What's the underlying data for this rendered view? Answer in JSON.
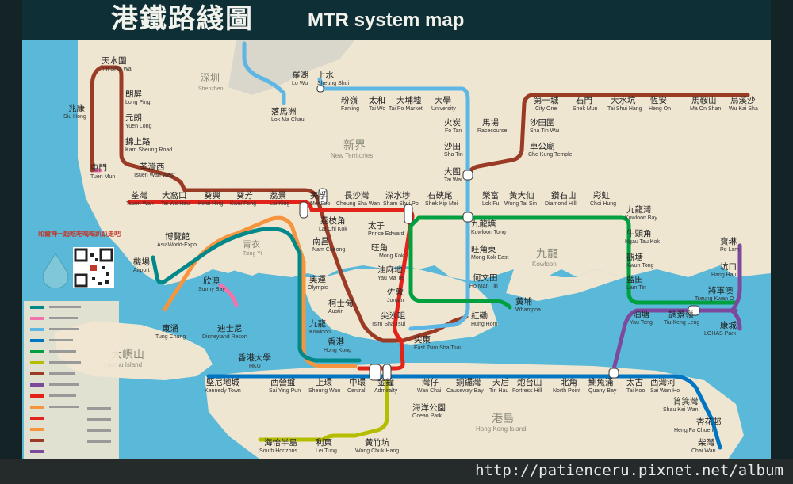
{
  "header": {
    "title_cn": "港鐵路綫圖",
    "title_en": "MTR system map"
  },
  "watermark": "http://patienceru.pixnet.net/album",
  "promo": "和爾神一起吃吃喝喝趴趴走吧",
  "regions": {
    "shenzhen": "深圳",
    "shenzhen_en": "Shenzhen",
    "nt": "新界",
    "nt_en": "New Territories",
    "kowloon": "九龍",
    "kowloon_en": "Kowloon",
    "hki": "港島",
    "hki_en": "Hong Kong Island",
    "lantau": "大嶼山",
    "lantau_en": "Lantau Island",
    "tsingyi": "青衣",
    "tsingyi_en": "Tsing Yi"
  },
  "colors": {
    "east_rail": "#5eb6e4",
    "tuen_ma": "#9a3b26",
    "tsuen_wan": "#e2231a",
    "kwun_tong": "#00a040",
    "island": "#0075c2",
    "tko": "#7d499d",
    "tung_chung": "#f7943e",
    "airport": "#00888a",
    "south_island": "#b5bd00",
    "disney": "#f173ac",
    "sea": "#5ab8d8",
    "land": "#efe6d2"
  },
  "stations": [
    {
      "cn": "天水圍",
      "en": "Tin Shui Wai"
    },
    {
      "cn": "朗屏",
      "en": "Long Ping"
    },
    {
      "cn": "兆康",
      "en": "Siu Hong"
    },
    {
      "cn": "元朗",
      "en": "Yuen Long"
    },
    {
      "cn": "錦上路",
      "en": "Kam Sheung Road"
    },
    {
      "cn": "屯門",
      "en": "Tuen Mun"
    },
    {
      "cn": "荃灣西",
      "en": "Tsuen Wan West"
    },
    {
      "cn": "羅湖",
      "en": "Lo Wu"
    },
    {
      "cn": "上水",
      "en": "Sheung Shui"
    },
    {
      "cn": "落馬洲",
      "en": "Lok Ma Chau"
    },
    {
      "cn": "粉嶺",
      "en": "Fanling"
    },
    {
      "cn": "太和",
      "en": "Tai Wo"
    },
    {
      "cn": "大埔墟",
      "en": "Tai Po Market"
    },
    {
      "cn": "大學",
      "en": "University"
    },
    {
      "cn": "火炭",
      "en": "Fo Tan"
    },
    {
      "cn": "馬場",
      "en": "Racecourse"
    },
    {
      "cn": "沙田",
      "en": "Sha Tin"
    },
    {
      "cn": "大圍",
      "en": "Tai Wai"
    },
    {
      "cn": "第一城",
      "en": "City One"
    },
    {
      "cn": "石門",
      "en": "Shek Mun"
    },
    {
      "cn": "大水坑",
      "en": "Tai Shui Hang"
    },
    {
      "cn": "恆安",
      "en": "Heng On"
    },
    {
      "cn": "馬鞍山",
      "en": "Ma On Shan"
    },
    {
      "cn": "烏溪沙",
      "en": "Wu Kai Sha"
    },
    {
      "cn": "沙田圍",
      "en": "Sha Tin Wai"
    },
    {
      "cn": "車公廟",
      "en": "Che Kung Temple"
    },
    {
      "cn": "荃灣",
      "en": "Tsuen Wan"
    },
    {
      "cn": "大窩口",
      "en": "Tai Wo Hau"
    },
    {
      "cn": "葵興",
      "en": "Kwai Hing"
    },
    {
      "cn": "葵芳",
      "en": "Kwai Fong"
    },
    {
      "cn": "荔景",
      "en": "Lai King"
    },
    {
      "cn": "美孚",
      "en": "Mei Foo"
    },
    {
      "cn": "長沙灣",
      "en": "Cheung Sha Wan"
    },
    {
      "cn": "深水埗",
      "en": "Sham Shui Po"
    },
    {
      "cn": "石硤尾",
      "en": "Shek Kip Mei"
    },
    {
      "cn": "樂富",
      "en": "Lok Fu"
    },
    {
      "cn": "黃大仙",
      "en": "Wong Tai Sin"
    },
    {
      "cn": "鑽石山",
      "en": "Diamond Hill"
    },
    {
      "cn": "彩虹",
      "en": "Choi Hung"
    },
    {
      "cn": "九龍灣",
      "en": "Kowloon Bay"
    },
    {
      "cn": "牛頭角",
      "en": "Ngau Tau Kok"
    },
    {
      "cn": "觀塘",
      "en": "Kwun Tong"
    },
    {
      "cn": "藍田",
      "en": "Lam Tin"
    },
    {
      "cn": "油塘",
      "en": "Yau Tong"
    },
    {
      "cn": "調景嶺",
      "en": "Tiu Keng Leng"
    },
    {
      "cn": "將軍澳",
      "en": "Tseung Kwan O"
    },
    {
      "cn": "坑口",
      "en": "Hang Hau"
    },
    {
      "cn": "寶琳",
      "en": "Po Lam"
    },
    {
      "cn": "康城",
      "en": "LOHAS Park"
    },
    {
      "cn": "荔枝角",
      "en": "Lai Chi Kok"
    },
    {
      "cn": "南昌",
      "en": "Nam Cheong"
    },
    {
      "cn": "奧運",
      "en": "Olympic"
    },
    {
      "cn": "柯士甸",
      "en": "Austin"
    },
    {
      "cn": "九龍",
      "en": "Kowloon"
    },
    {
      "cn": "香港",
      "en": "Hong Kong"
    },
    {
      "cn": "太子",
      "en": "Prince Edward"
    },
    {
      "cn": "旺角",
      "en": "Mong Kok"
    },
    {
      "cn": "油麻地",
      "en": "Yau Ma Tei"
    },
    {
      "cn": "佐敦",
      "en": "Jordan"
    },
    {
      "cn": "尖沙咀",
      "en": "Tsim Sha Tsui"
    },
    {
      "cn": "尖東",
      "en": "East Tsim Sha Tsui"
    },
    {
      "cn": "九龍塘",
      "en": "Kowloon Tong"
    },
    {
      "cn": "旺角東",
      "en": "Mong Kok East"
    },
    {
      "cn": "何文田",
      "en": "Ho Man Tin"
    },
    {
      "cn": "黃埔",
      "en": "Whampoa"
    },
    {
      "cn": "紅磡",
      "en": "Hung Hom"
    },
    {
      "cn": "博覽館",
      "en": "AsiaWorld-Expo"
    },
    {
      "cn": "機場",
      "en": "Airport"
    },
    {
      "cn": "欣澳",
      "en": "Sunny Bay"
    },
    {
      "cn": "東涌",
      "en": "Tung Chung"
    },
    {
      "cn": "迪士尼",
      "en": "Disneyland Resort"
    },
    {
      "cn": "香港大學",
      "en": "HKU"
    },
    {
      "cn": "堅尼地城",
      "en": "Kennedy Town"
    },
    {
      "cn": "西營盤",
      "en": "Sai Ying Pun"
    },
    {
      "cn": "上環",
      "en": "Sheung Wan"
    },
    {
      "cn": "中環",
      "en": "Central"
    },
    {
      "cn": "金鐘",
      "en": "Admiralty"
    },
    {
      "cn": "灣仔",
      "en": "Wan Chai"
    },
    {
      "cn": "銅鑼灣",
      "en": "Causeway Bay"
    },
    {
      "cn": "天后",
      "en": "Tin Hau"
    },
    {
      "cn": "炮台山",
      "en": "Fortress Hill"
    },
    {
      "cn": "北角",
      "en": "North Point"
    },
    {
      "cn": "鰂魚涌",
      "en": "Quarry Bay"
    },
    {
      "cn": "太古",
      "en": "Tai Koo"
    },
    {
      "cn": "西灣河",
      "en": "Sai Wan Ho"
    },
    {
      "cn": "筲箕灣",
      "en": "Shau Kei Wan"
    },
    {
      "cn": "杏花邨",
      "en": "Heng Fa Chuen"
    },
    {
      "cn": "柴灣",
      "en": "Chai Wan"
    },
    {
      "cn": "海洋公園",
      "en": "Ocean Park"
    },
    {
      "cn": "海怡半島",
      "en": "South Horizons"
    },
    {
      "cn": "利東",
      "en": "Lei Tung"
    },
    {
      "cn": "黃竹坑",
      "en": "Wong Chuk Hang"
    }
  ]
}
